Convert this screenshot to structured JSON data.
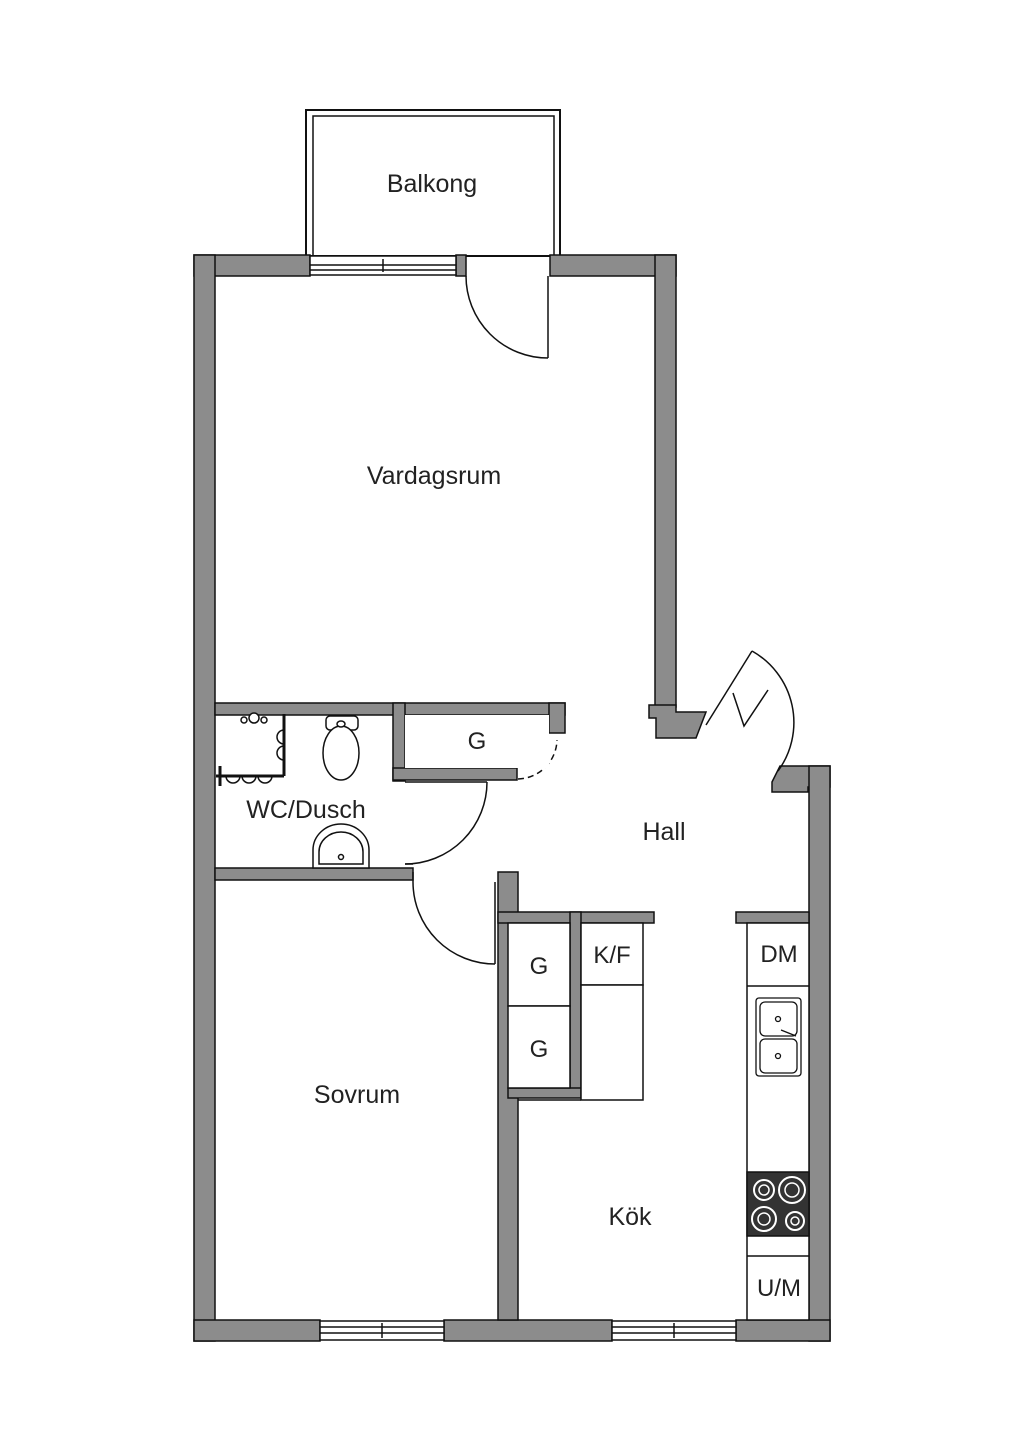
{
  "rooms": {
    "balcony": "Balkong",
    "living_room": "Vardagsrum",
    "wc_shower": "WC/Dusch",
    "hall": "Hall",
    "bedroom": "Sovrum",
    "kitchen": "Kök"
  },
  "closets": {
    "hall_closet": "G",
    "bedroom_closet_1": "G",
    "bedroom_closet_2": "G",
    "fridge_freezer": "K/F"
  },
  "kitchen_units": {
    "dishwasher": "DM",
    "microwave_oven": "U/M"
  },
  "colors": {
    "wall": "#8c8c8c",
    "line": "#111111",
    "background": "#ffffff"
  }
}
